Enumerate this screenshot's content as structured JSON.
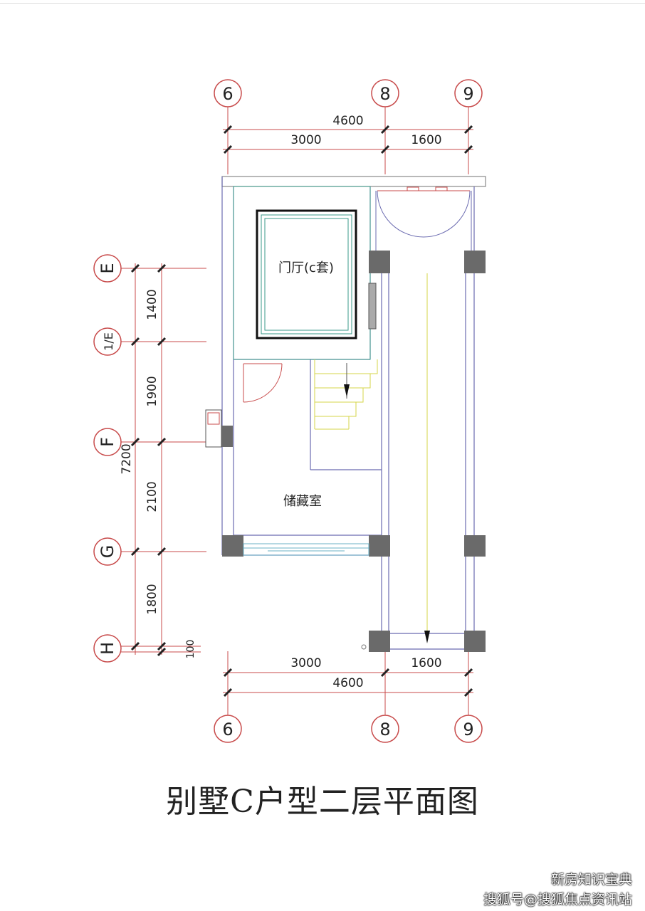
{
  "axes": {
    "top": [
      "6",
      "8",
      "9"
    ],
    "bottom": [
      "6",
      "8",
      "9"
    ],
    "left": [
      "E",
      "1/E",
      "F",
      "G",
      "H"
    ]
  },
  "dimensions": {
    "top_total": "4600",
    "top_segments": [
      "3000",
      "1600"
    ],
    "bottom_segments": [
      "3000",
      "1600"
    ],
    "bottom_total": "4600",
    "left_segments": [
      "1400",
      "1900",
      "2100",
      "1800"
    ],
    "left_total": "7200",
    "left_extra": "100"
  },
  "rooms": {
    "foyer": "门厅(c套)",
    "storage": "储藏室"
  },
  "caption": "别墅C户型二层平面图",
  "watermark": {
    "line1": "新房知识宝典",
    "line2": "搜狐号@搜狐焦点资讯站"
  }
}
